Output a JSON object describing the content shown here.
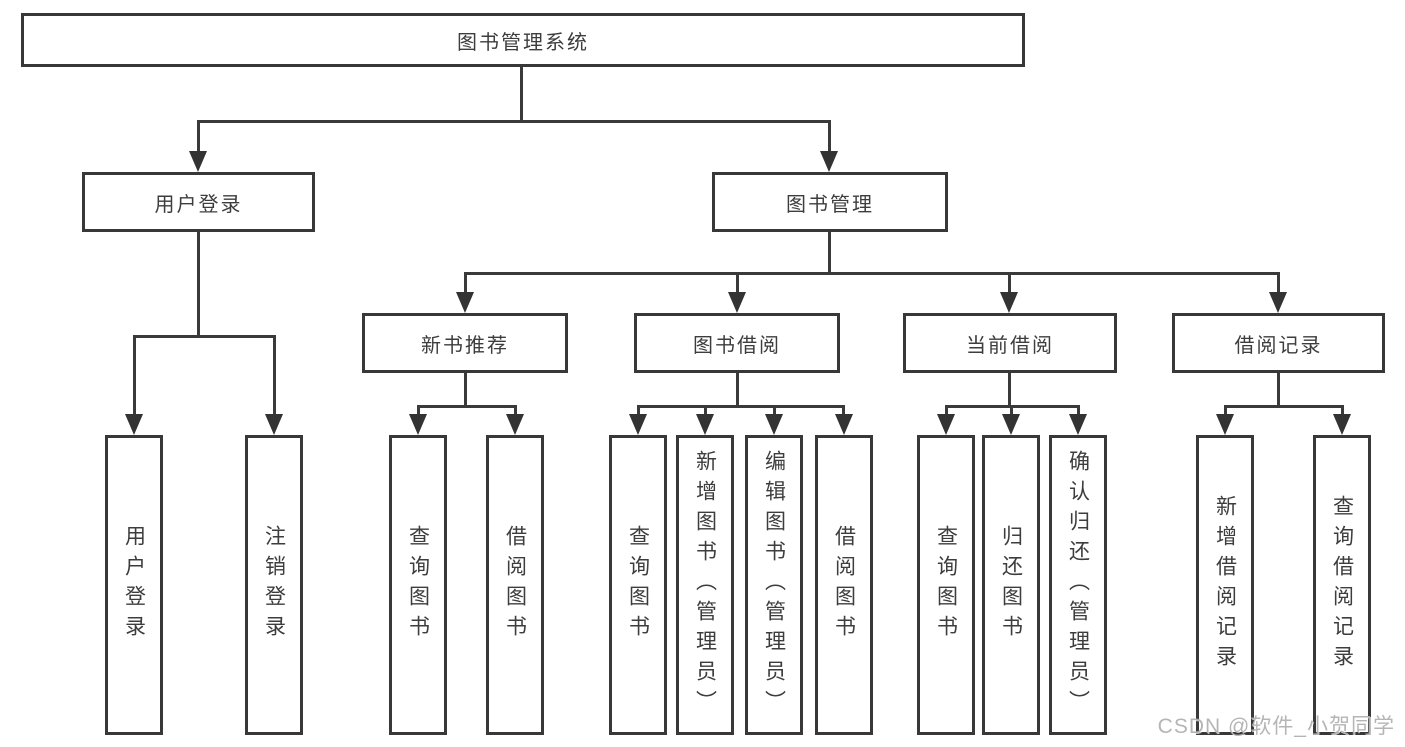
{
  "tree": {
    "label": "图书管理系统",
    "children": [
      {
        "label": "用户登录",
        "children": [
          {
            "label": "用户登录"
          },
          {
            "label": "注销登录"
          }
        ]
      },
      {
        "label": "图书管理",
        "children": [
          {
            "label": "新书推荐",
            "children": [
              {
                "label": "查询图书"
              },
              {
                "label": "借阅图书"
              }
            ]
          },
          {
            "label": "图书借阅",
            "children": [
              {
                "label": "查询图书"
              },
              {
                "label": "新增图书（管理员）"
              },
              {
                "label": "编辑图书（管理员）"
              },
              {
                "label": "借阅图书"
              }
            ]
          },
          {
            "label": "当前借阅",
            "children": [
              {
                "label": "查询图书"
              },
              {
                "label": "归还图书"
              },
              {
                "label": "确认归还（管理员）"
              }
            ]
          },
          {
            "label": "借阅记录",
            "children": [
              {
                "label": "新增借阅记录"
              },
              {
                "label": "查询借阅记录"
              }
            ]
          }
        ]
      }
    ]
  },
  "watermark": {
    "text": "CSDN @软件_小贺同学"
  },
  "colors": {
    "border": "#383838",
    "line": "#3a3a3a",
    "text": "#3d3d3d",
    "watermark": "#afafaf",
    "background": "#ffffff"
  }
}
